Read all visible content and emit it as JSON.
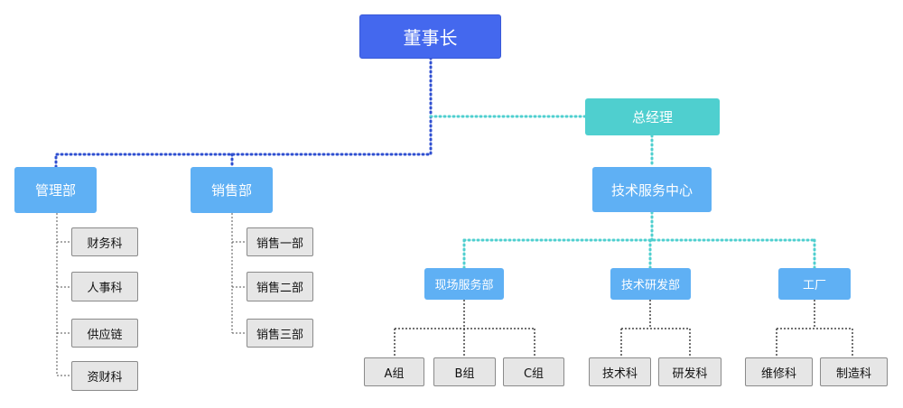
{
  "colors": {
    "chairman": "#4468ee",
    "general_manager": "#4fcfcf",
    "department": "#5fb0f4",
    "leaf_bg": "#e6e6e6",
    "line_blue": "#2f4fd0",
    "line_teal": "#4fcfcf",
    "line_dark": "#444444"
  },
  "chairman": {
    "label": "董事长"
  },
  "general_manager": {
    "label": "总经理"
  },
  "departments": {
    "management": {
      "label": "管理部",
      "sections": [
        "财务科",
        "人事科",
        "供应链",
        "资财科"
      ]
    },
    "sales": {
      "label": "销售部",
      "sections": [
        "销售一部",
        "销售二部",
        "销售三部"
      ]
    }
  },
  "tech_center": {
    "label": "技术服务中心",
    "field_service": {
      "label": "现场服务部",
      "groups": [
        "A组",
        "B组",
        "C组"
      ]
    },
    "rnd": {
      "label": "技术研发部",
      "sections": [
        "技术科",
        "研发科"
      ]
    },
    "factory": {
      "label": "工厂",
      "sections": [
        "维修科",
        "制造科"
      ]
    }
  }
}
